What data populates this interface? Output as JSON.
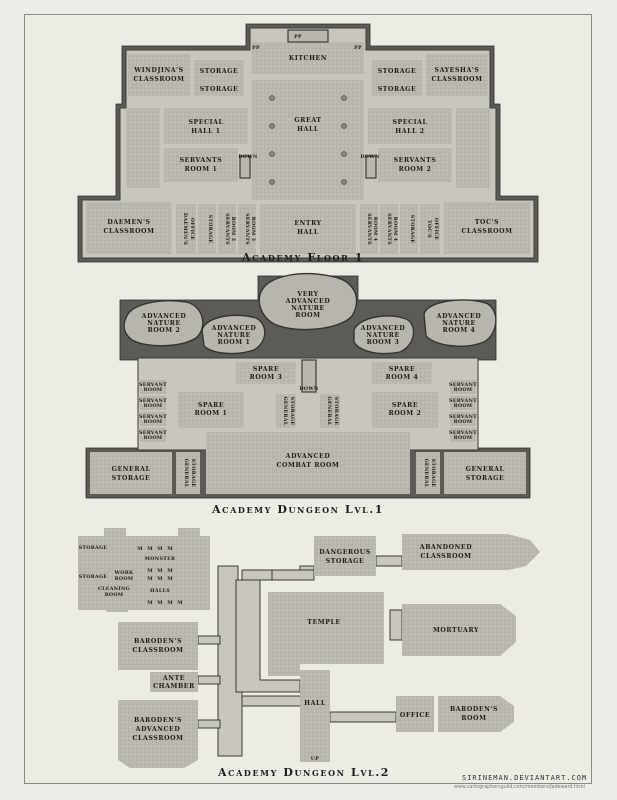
{
  "titles": {
    "floor1": "Academy Floor 1",
    "dungeon1": "Academy Dungeon Lvl.1",
    "dungeon2": "Academy Dungeon Lvl.2"
  },
  "credit": {
    "artist": "SIRINEMAN.DEVIANTART.COM",
    "url": "www.cartographersguild.com/members/Jadeward.html"
  },
  "floor1": {
    "kitchen": "KITCHEN",
    "pp": "PP",
    "windjina": [
      "WINDJINA'S",
      "CLASSROOM"
    ],
    "saeysha": [
      "SAYESHA'S",
      "CLASSROOM"
    ],
    "storage": "STORAGE",
    "great_hall": [
      "GREAT",
      "HALL"
    ],
    "special1": [
      "SPECIAL",
      "HALL 1"
    ],
    "special2": [
      "SPECIAL",
      "HALL 2"
    ],
    "servants1": [
      "SERVANTS",
      "ROOM 1"
    ],
    "servants2": [
      "SERVANTS",
      "ROOM 2"
    ],
    "down": "DOWN",
    "daemen": [
      "DAEMEN'S",
      "CLASSROOM"
    ],
    "daemen_office": [
      "DAEMEN'S",
      "OFFICE"
    ],
    "servants3": [
      "SERVANTS",
      "ROOM 3"
    ],
    "servants4": [
      "SERVANTS",
      "ROOM 4"
    ],
    "entry_hall": [
      "ENTRY",
      "HALL"
    ],
    "toc_office": [
      "TOC'S",
      "OFFICE"
    ],
    "toc": [
      "TOC'S",
      "CLASSROOM"
    ]
  },
  "dungeon1": {
    "very_adv": [
      "VERY",
      "ADVANCED",
      "NATURE",
      "ROOM"
    ],
    "adv1": [
      "ADVANCED",
      "NATURE",
      "ROOM 1"
    ],
    "adv2": [
      "ADVANCED",
      "NATURE",
      "ROOM 2"
    ],
    "adv3": [
      "ADVANCED",
      "NATURE",
      "ROOM 3"
    ],
    "adv4": [
      "ADVANCED",
      "NATURE",
      "ROOM 4"
    ],
    "spare1": [
      "SPARE",
      "ROOM 1"
    ],
    "spare2": [
      "SPARE",
      "ROOM 2"
    ],
    "spare3": [
      "SPARE",
      "ROOM 3"
    ],
    "spare4": [
      "SPARE",
      "ROOM 4"
    ],
    "servant_room": [
      "SERVANT",
      "ROOM"
    ],
    "general_storage": [
      "GENERAL",
      "STORAGE"
    ],
    "combat": [
      "ADVANCED",
      "COMBAT ROOM"
    ],
    "down": "DOWN"
  },
  "dungeon2": {
    "dangerous": [
      "DANGEROUS",
      "STORAGE"
    ],
    "abandoned": [
      "ABANDONED",
      "CLASSROOM"
    ],
    "monster": "MONSTER",
    "halls": "HALLS",
    "work_room": [
      "WORK",
      "ROOM"
    ],
    "cleaning": [
      "CLEANING",
      "ROOM"
    ],
    "storage": "STORAGE",
    "temple": "TEMPLE",
    "mortuary": "MORTUARY",
    "baroden_class": [
      "BARODEN'S",
      "CLASSROOM"
    ],
    "ante": [
      "ANTE",
      "CHAMBER"
    ],
    "baroden_adv": [
      "BARODEN'S",
      "ADVANCED",
      "CLASSROOM"
    ],
    "hall": "HALL",
    "office": "OFFICE",
    "baroden_room": [
      "BARODEN'S",
      "ROOM"
    ],
    "up": "UP",
    "m": "M"
  }
}
